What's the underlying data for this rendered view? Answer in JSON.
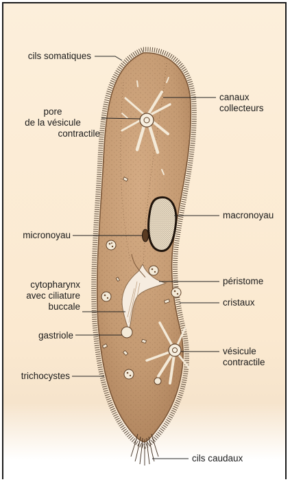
{
  "labels": {
    "cils_somatiques": "cils somatiques",
    "pore_1": "pore",
    "pore_2": "de la vésicule",
    "pore_3": "contractile",
    "micronoyau": "micronoyau",
    "cytopharynx_1": "cytopharynx",
    "cytopharynx_2": "avec ciliature",
    "cytopharynx_3": "buccale",
    "gastriole": "gastriole",
    "trichocystes": "trichocystes",
    "canaux_1": "canaux",
    "canaux_2": "collecteurs",
    "macronoyau": "macronoyau",
    "peristome": "péristome",
    "cristaux": "cristaux",
    "vesicule_1": "vésicule",
    "vesicule_2": "contractile",
    "cils_caudaux": "cils caudaux"
  },
  "colors": {
    "body_fill": "#c49a72",
    "body_edge": "#7a5638",
    "cilia": "#3b2a1c",
    "leader": "#222222"
  }
}
